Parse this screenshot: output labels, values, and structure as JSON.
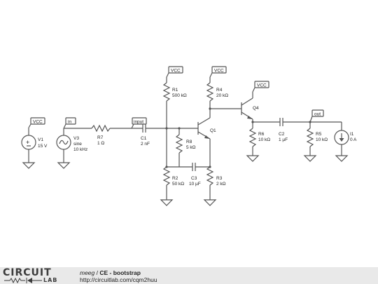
{
  "schematic": {
    "vcc_label": "VCC",
    "net_labels": {
      "in": "in",
      "input": "input",
      "out": "out"
    },
    "components": {
      "V1": {
        "name": "V1",
        "value": "15 V"
      },
      "V3": {
        "name": "V3",
        "type": "sine",
        "value": "10 kHz"
      },
      "R7": {
        "name": "R7",
        "value": "1 Ω"
      },
      "C1": {
        "name": "C1",
        "value": "2 nF"
      },
      "R1": {
        "name": "R1",
        "value": "500 kΩ"
      },
      "R2": {
        "name": "R2",
        "value": "50 kΩ"
      },
      "R8": {
        "name": "R8",
        "value": "5 kΩ"
      },
      "C3": {
        "name": "C3",
        "value": "10 µF"
      },
      "R3": {
        "name": "R3",
        "value": "2 kΩ"
      },
      "R4": {
        "name": "R4",
        "value": "20 kΩ"
      },
      "Q1": {
        "name": "Q1"
      },
      "Q4": {
        "name": "Q4"
      },
      "R6": {
        "name": "R6",
        "value": "10 kΩ"
      },
      "C2": {
        "name": "C2",
        "value": "1 µF"
      },
      "R5": {
        "name": "R5",
        "value": "10 kΩ"
      },
      "I1": {
        "name": "I1",
        "value": "0 A"
      }
    }
  },
  "footer": {
    "logo_top": "CIRCUIT",
    "logo_bottom": "LAB",
    "author": "meeg",
    "separator": " / ",
    "title": "CE - bootstrap",
    "url": "http://circuitlab.com/cqm2huu"
  }
}
